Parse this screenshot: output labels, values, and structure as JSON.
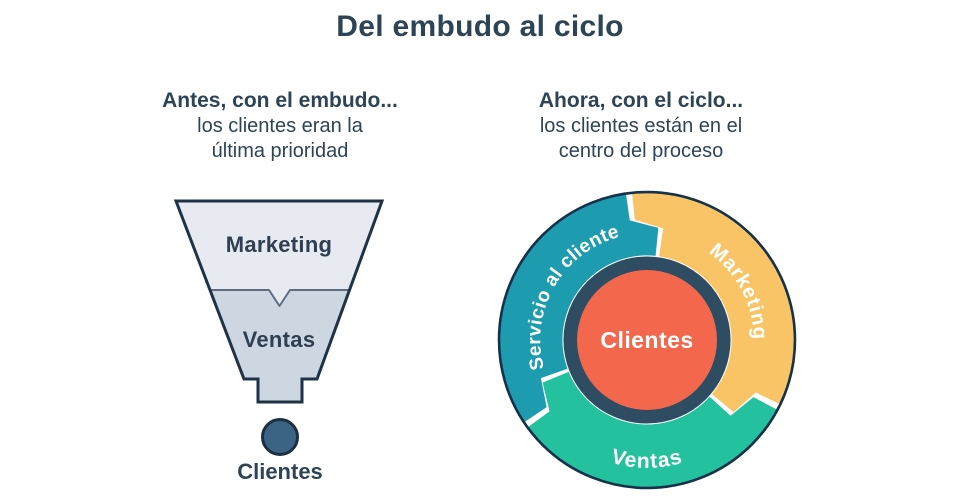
{
  "title": "Del embudo al ciclo",
  "funnel_panel": {
    "heading_bold": "Antes, con el embudo...",
    "heading_line2": "los clientes eran la",
    "heading_line3": "última prioridad",
    "stages": [
      "Marketing",
      "Ventas"
    ],
    "output_label": "Clientes"
  },
  "cycle_panel": {
    "heading_bold": "Ahora, con el ciclo...",
    "heading_line2": "los clientes están en el",
    "heading_line3": "centro del proceso",
    "segments": [
      "Servicio al cliente",
      "Marketing",
      "Ventas"
    ],
    "center_label": "Clientes"
  },
  "colors": {
    "navy_text": "#2d4457",
    "funnel_top_fill": "#e7eaf0",
    "funnel_bottom_fill": "#ccd7e1",
    "funnel_outline": "#1f3346",
    "divider_line": "#5d6e80",
    "customer_dot_fill": "#3a6384",
    "teal_segment": "#1d9cb0",
    "yellow_segment": "#f9c466",
    "green_segment": "#23c19e",
    "center_orange": "#f3674c",
    "ring_navy": "#2e4d63",
    "wheel_outline": "#16314a",
    "label_white": "#ffffff"
  }
}
